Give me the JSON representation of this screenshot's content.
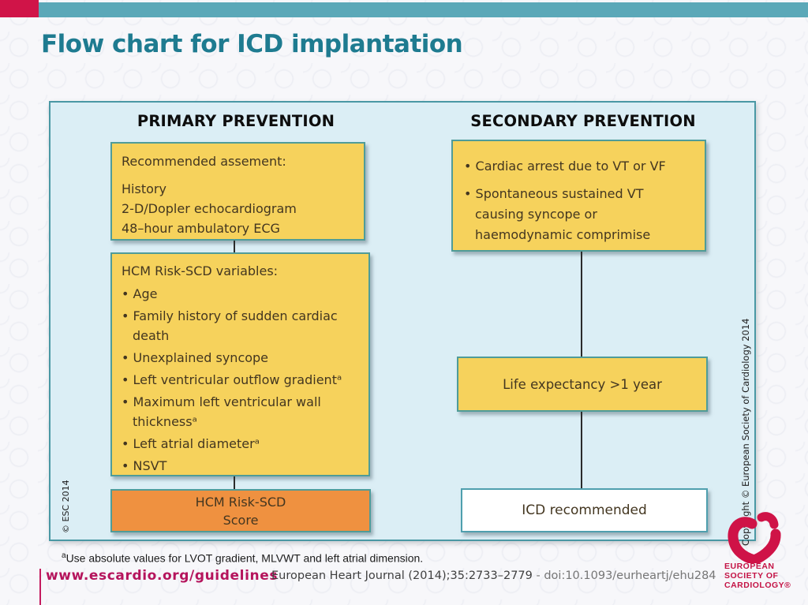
{
  "header": {
    "title": "Flow chart for ICD implantation"
  },
  "diagram": {
    "primary": {
      "header": "PRIMARY PREVENTION",
      "assessment": {
        "title": "Recommended assement:",
        "lines": [
          "History",
          "2-D/Dopler echocardiogram",
          "48–hour ambulatory ECG"
        ]
      },
      "variables": {
        "title": "HCM Risk-SCD variables:",
        "lines": [
          "Age",
          "Family history of sudden cardiac",
          "death",
          "Unexplained syncope",
          "Left ventricular outflow gradientᵃ",
          "Maximum left ventricular wall",
          "thicknessᵃ",
          "Left atrial diameterᵃ",
          "NSVT"
        ]
      },
      "score": {
        "line1": "HCM Risk-SCD",
        "line2": "Score"
      }
    },
    "secondary": {
      "header": "SECONDARY PREVENTION",
      "criteria": {
        "lines": [
          "Cardiac arrest due to VT or VF",
          "Spontaneous sustained VT",
          "causing syncope or",
          "haemodynamic comprimise"
        ]
      },
      "life_expectancy": "Life expectancy >1 year",
      "outcome": "ICD recommended"
    },
    "copyright_left": "© ESC 2014",
    "copyright_right": "Copyright © European Society of Cardiology 2014"
  },
  "footer": {
    "footnote_sup": "a",
    "footnote": "Use absolute values for LVOT gradient, MLVWT and left atrial dimension.",
    "link": "www.escardio.org/guidelines",
    "citation": "European Heart Journal (2014);35:2733–2779 ",
    "doi": "- doi:10.1093/eurheartj/ehu284"
  },
  "logo": {
    "lines": [
      "EUROPEAN",
      "SOCIETY OF",
      "CARDIOLOGY®"
    ]
  },
  "colors": {
    "crimson": "#d01448",
    "teal_bar": "#5ba8b8",
    "title_teal": "#1e7b90",
    "panel_blue": "#dbeef5",
    "box_yellow": "#f6d25c",
    "box_orange": "#ef9140",
    "border_teal": "#4f9c99"
  }
}
